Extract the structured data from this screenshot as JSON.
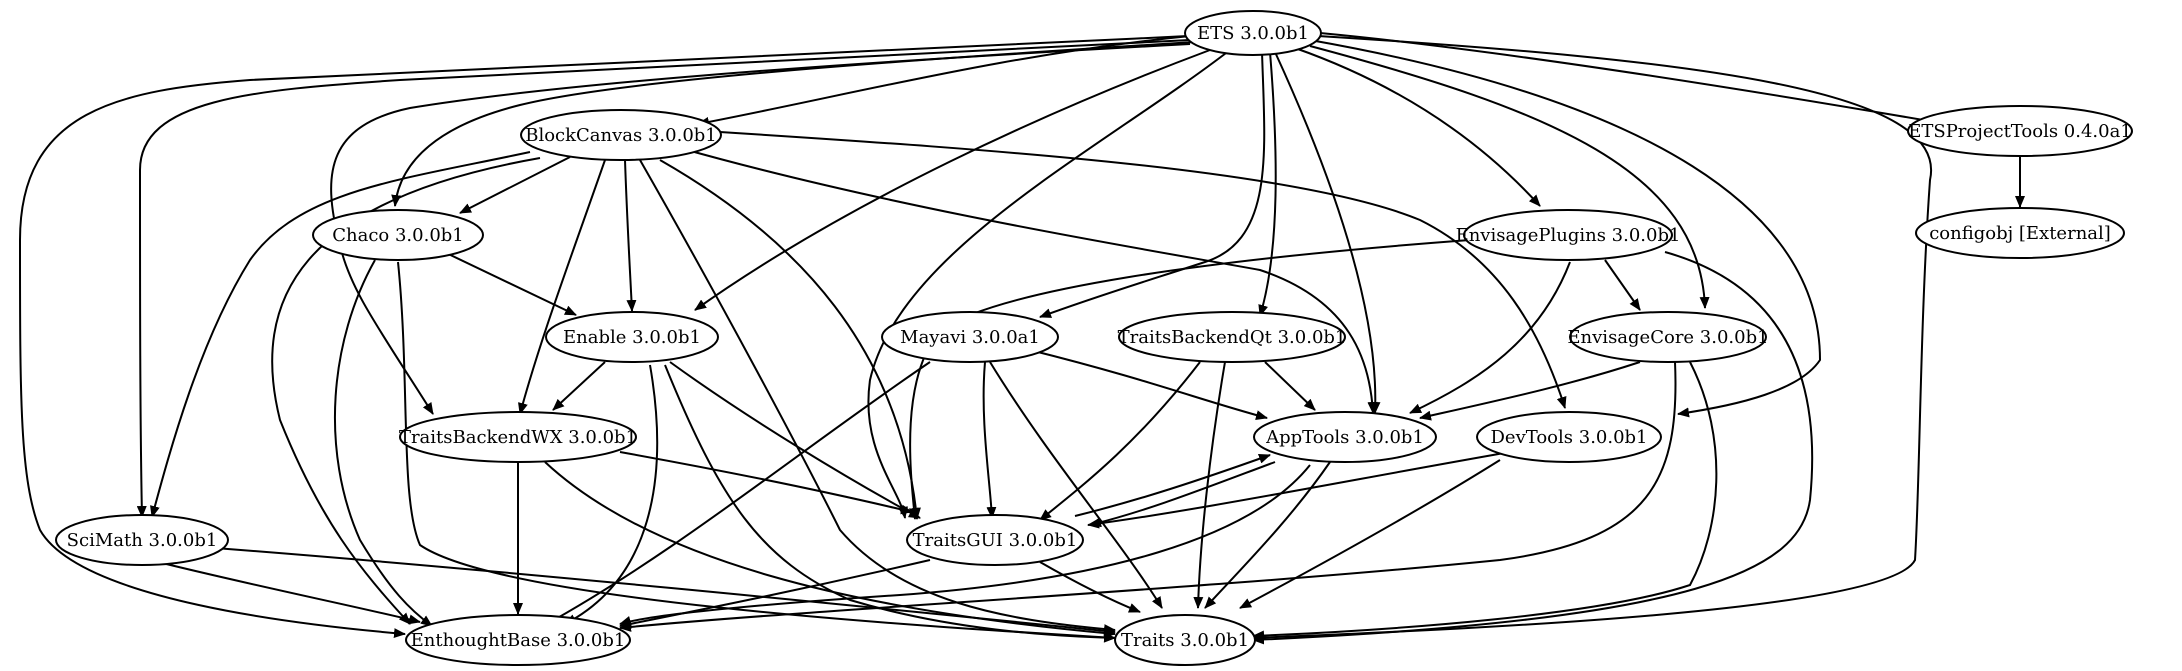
{
  "diagram": {
    "type": "dependency-graph",
    "nodes": [
      {
        "id": "ets",
        "label": "ETS 3.0.0b1"
      },
      {
        "id": "blockcanvas",
        "label": "BlockCanvas 3.0.0b1"
      },
      {
        "id": "etsprojecttools",
        "label": "ETSProjectTools 0.4.0a1"
      },
      {
        "id": "configobj",
        "label": "configobj [External]"
      },
      {
        "id": "chaco",
        "label": "Chaco 3.0.0b1"
      },
      {
        "id": "envisageplugins",
        "label": "EnvisagePlugins 3.0.0b1"
      },
      {
        "id": "enable",
        "label": "Enable 3.0.0b1"
      },
      {
        "id": "mayavi",
        "label": "Mayavi 3.0.0a1"
      },
      {
        "id": "traitsbackendqt",
        "label": "TraitsBackendQt 3.0.0b1"
      },
      {
        "id": "envisagecore",
        "label": "EnvisageCore 3.0.0b1"
      },
      {
        "id": "traitsbackendwx",
        "label": "TraitsBackendWX 3.0.0b1"
      },
      {
        "id": "apptools",
        "label": "AppTools 3.0.0b1"
      },
      {
        "id": "devtools",
        "label": "DevTools 3.0.0b1"
      },
      {
        "id": "scimath",
        "label": "SciMath 3.0.0b1"
      },
      {
        "id": "traitsgui",
        "label": "TraitsGUI 3.0.0b1"
      },
      {
        "id": "enthoughtbase",
        "label": "EnthoughtBase 3.0.0b1"
      },
      {
        "id": "traits",
        "label": "Traits 3.0.0b1"
      }
    ],
    "edges": [
      {
        "from": "ets",
        "to": "blockcanvas"
      },
      {
        "from": "ets",
        "to": "etsprojecttools"
      },
      {
        "from": "ets",
        "to": "chaco"
      },
      {
        "from": "ets",
        "to": "envisageplugins"
      },
      {
        "from": "ets",
        "to": "enable"
      },
      {
        "from": "ets",
        "to": "mayavi"
      },
      {
        "from": "ets",
        "to": "traitsbackendqt"
      },
      {
        "from": "ets",
        "to": "envisagecore"
      },
      {
        "from": "ets",
        "to": "traitsbackendwx"
      },
      {
        "from": "ets",
        "to": "apptools"
      },
      {
        "from": "ets",
        "to": "devtools"
      },
      {
        "from": "ets",
        "to": "scimath"
      },
      {
        "from": "ets",
        "to": "traitsgui"
      },
      {
        "from": "ets",
        "to": "enthoughtbase"
      },
      {
        "from": "ets",
        "to": "traits"
      },
      {
        "from": "etsprojecttools",
        "to": "configobj"
      },
      {
        "from": "blockcanvas",
        "to": "chaco"
      },
      {
        "from": "blockcanvas",
        "to": "enable"
      },
      {
        "from": "blockcanvas",
        "to": "traitsbackendwx"
      },
      {
        "from": "blockcanvas",
        "to": "apptools"
      },
      {
        "from": "blockcanvas",
        "to": "devtools"
      },
      {
        "from": "blockcanvas",
        "to": "scimath"
      },
      {
        "from": "blockcanvas",
        "to": "traitsgui"
      },
      {
        "from": "blockcanvas",
        "to": "enthoughtbase"
      },
      {
        "from": "blockcanvas",
        "to": "traits"
      },
      {
        "from": "chaco",
        "to": "enable"
      },
      {
        "from": "chaco",
        "to": "enthoughtbase"
      },
      {
        "from": "chaco",
        "to": "traits"
      },
      {
        "from": "envisageplugins",
        "to": "envisagecore"
      },
      {
        "from": "envisageplugins",
        "to": "apptools"
      },
      {
        "from": "envisageplugins",
        "to": "traitsgui"
      },
      {
        "from": "envisageplugins",
        "to": "traits"
      },
      {
        "from": "enable",
        "to": "traitsbackendwx"
      },
      {
        "from": "enable",
        "to": "traitsgui"
      },
      {
        "from": "enable",
        "to": "enthoughtbase"
      },
      {
        "from": "enable",
        "to": "traits"
      },
      {
        "from": "mayavi",
        "to": "apptools"
      },
      {
        "from": "mayavi",
        "to": "traitsgui"
      },
      {
        "from": "mayavi",
        "to": "enthoughtbase"
      },
      {
        "from": "mayavi",
        "to": "traits"
      },
      {
        "from": "traitsbackendqt",
        "to": "apptools"
      },
      {
        "from": "traitsbackendqt",
        "to": "traitsgui"
      },
      {
        "from": "traitsbackendqt",
        "to": "traits"
      },
      {
        "from": "envisagecore",
        "to": "apptools"
      },
      {
        "from": "envisagecore",
        "to": "enthoughtbase"
      },
      {
        "from": "envisagecore",
        "to": "traits"
      },
      {
        "from": "traitsbackendwx",
        "to": "traitsgui"
      },
      {
        "from": "traitsbackendwx",
        "to": "enthoughtbase"
      },
      {
        "from": "traitsbackendwx",
        "to": "traits"
      },
      {
        "from": "apptools",
        "to": "traitsgui"
      },
      {
        "from": "traitsgui",
        "to": "apptools"
      },
      {
        "from": "apptools",
        "to": "enthoughtbase"
      },
      {
        "from": "apptools",
        "to": "traits"
      },
      {
        "from": "devtools",
        "to": "traitsgui"
      },
      {
        "from": "devtools",
        "to": "traits"
      },
      {
        "from": "scimath",
        "to": "enthoughtbase"
      },
      {
        "from": "scimath",
        "to": "traits"
      },
      {
        "from": "traitsgui",
        "to": "enthoughtbase"
      },
      {
        "from": "traitsgui",
        "to": "traits"
      }
    ]
  }
}
